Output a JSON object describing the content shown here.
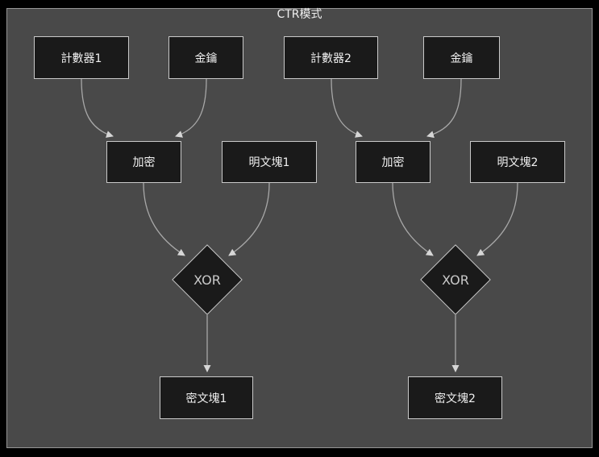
{
  "title": "CTR模式",
  "diagram_type": "flowchart",
  "colors": {
    "page_background": "#000000",
    "canvas_background": "#494949",
    "canvas_border": "#969696",
    "node_fill": "#1a1a1a",
    "node_border": "#c9c9c9",
    "node_text": "#f0f0f0",
    "xor_text": "#c9c9c9",
    "edge_stroke": "#a8a8a8",
    "arrowhead_fill": "#d6d6d6"
  },
  "nodes": [
    {
      "id": "counter1",
      "label": "計數器1",
      "shape": "rect"
    },
    {
      "id": "key1",
      "label": "金鑰",
      "shape": "rect"
    },
    {
      "id": "counter2",
      "label": "計數器2",
      "shape": "rect"
    },
    {
      "id": "key2",
      "label": "金鑰",
      "shape": "rect"
    },
    {
      "id": "encrypt1",
      "label": "加密",
      "shape": "rect"
    },
    {
      "id": "plaintext1",
      "label": "明文塊1",
      "shape": "rect"
    },
    {
      "id": "encrypt2",
      "label": "加密",
      "shape": "rect"
    },
    {
      "id": "plaintext2",
      "label": "明文塊2",
      "shape": "rect"
    },
    {
      "id": "xor1",
      "label": "XOR",
      "shape": "diamond"
    },
    {
      "id": "xor2",
      "label": "XOR",
      "shape": "diamond"
    },
    {
      "id": "ciphertext1",
      "label": "密文塊1",
      "shape": "rect"
    },
    {
      "id": "ciphertext2",
      "label": "密文塊2",
      "shape": "rect"
    }
  ],
  "edges": [
    {
      "from": "counter1",
      "to": "encrypt1"
    },
    {
      "from": "key1",
      "to": "encrypt1"
    },
    {
      "from": "counter2",
      "to": "encrypt2"
    },
    {
      "from": "key2",
      "to": "encrypt2"
    },
    {
      "from": "encrypt1",
      "to": "xor1"
    },
    {
      "from": "plaintext1",
      "to": "xor1"
    },
    {
      "from": "encrypt2",
      "to": "xor2"
    },
    {
      "from": "plaintext2",
      "to": "xor2"
    },
    {
      "from": "xor1",
      "to": "ciphertext1"
    },
    {
      "from": "xor2",
      "to": "ciphertext2"
    }
  ]
}
